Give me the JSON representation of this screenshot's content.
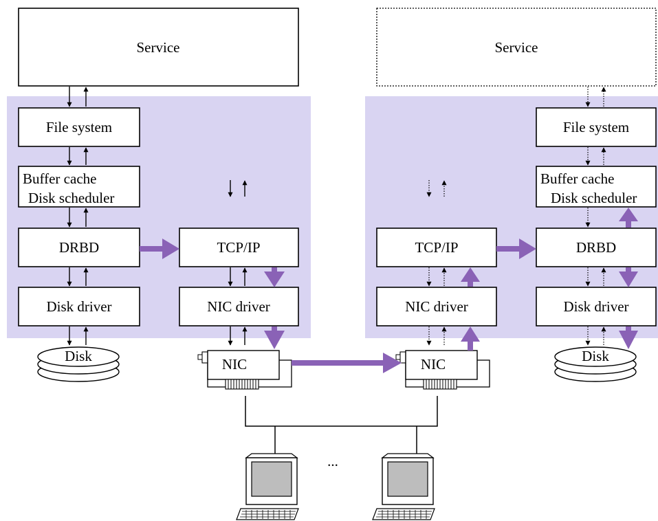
{
  "colors": {
    "node_panel": "#d9d4f2",
    "data_flow": "#8a62b6",
    "stroke": "#000000"
  },
  "primary": {
    "service": "Service",
    "file_system": "File system",
    "buffer_cache": "Buffer cache",
    "disk_scheduler": "Disk scheduler",
    "drbd": "DRBD",
    "tcpip": "TCP/IP",
    "disk_driver": "Disk driver",
    "nic_driver": "NIC driver",
    "nic": "NIC",
    "disk": "Disk"
  },
  "secondary": {
    "service": "Service",
    "file_system": "File system",
    "buffer_cache": "Buffer cache",
    "disk_scheduler": "Disk scheduler",
    "drbd": "DRBD",
    "tcpip": "TCP/IP",
    "disk_driver": "Disk driver",
    "nic_driver": "NIC driver",
    "nic": "NIC",
    "disk": "Disk"
  },
  "clients": {
    "ellipsis": "..."
  }
}
